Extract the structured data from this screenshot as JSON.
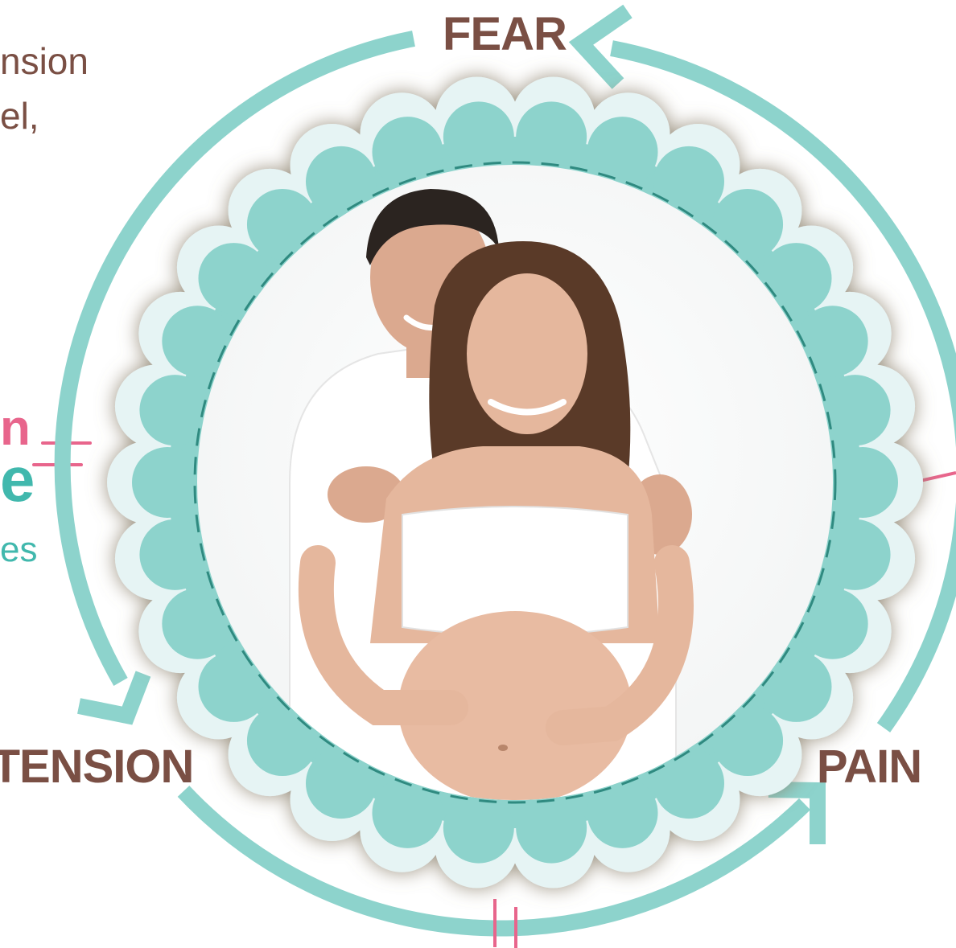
{
  "colors": {
    "teal": "#8dd3cc",
    "teal_light": "#e6f4f4",
    "teal_dark": "#2f8a80",
    "brown": "#7a4f44",
    "pink": "#e8658c"
  },
  "cycle": {
    "labels": {
      "fear": "FEAR",
      "tension": "TENSION",
      "pain": "PAIN"
    }
  },
  "side_text": {
    "top_line_1": "nsion",
    "top_line_2": "el,",
    "mid_pink": "n",
    "mid_teal": "e",
    "lower_teal": "es"
  },
  "photo": {
    "subject": "smiling expectant couple"
  }
}
